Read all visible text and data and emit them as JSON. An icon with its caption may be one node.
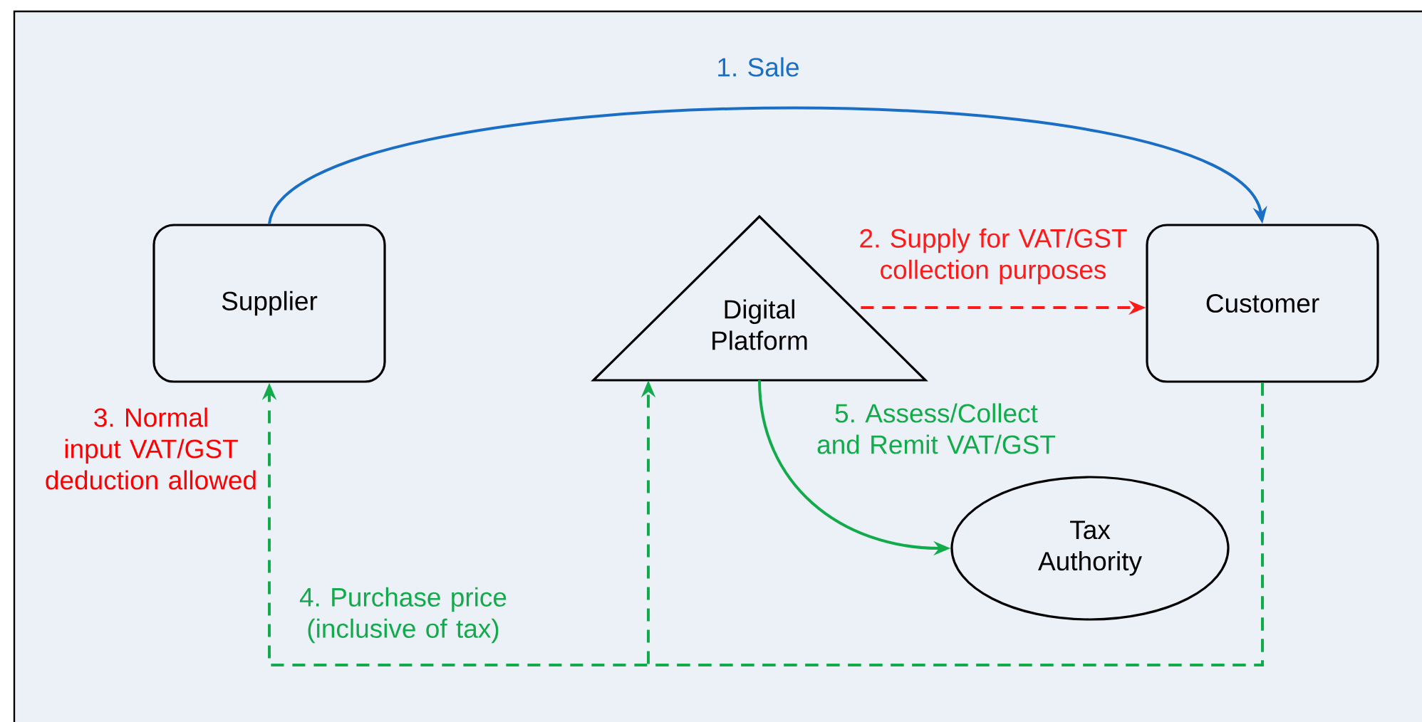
{
  "diagram": {
    "nodes": [
      {
        "text": [
          "Supplier"
        ]
      },
      {
        "text": [
          "Digital Platform"
        ]
      },
      {
        "text": [
          "Customer"
        ]
      },
      {
        "text": [
          "Tax Authority"
        ]
      }
    ],
    "edges": [
      {
        "from": 0,
        "to": 2,
        "arrow": "to",
        "label": "1. Sale",
        "color": "#1a6fc4"
      },
      {
        "from": 1,
        "to": 2,
        "arrow": "to",
        "label": "2. Supply for VAT/GST collection purposes",
        "color": "#ff1a1a",
        "style": "dashed"
      },
      {
        "from": 2,
        "to": 0,
        "arrow": "to",
        "label": "4. Purchase price (inclusive of tax)",
        "color": "#12ab4b",
        "style": "dashed"
      },
      {
        "from": 2,
        "to": 1,
        "arrow": "to",
        "color": "#12ab4b",
        "style": "dashed"
      },
      {
        "from": 1,
        "to": 3,
        "arrow": "to",
        "label": "5. Assess/Collect and Remit VAT/GST",
        "color": "#12ab4b"
      }
    ],
    "labels": [
      "3. Normal input VAT/GST deduction allowed"
    ]
  }
}
